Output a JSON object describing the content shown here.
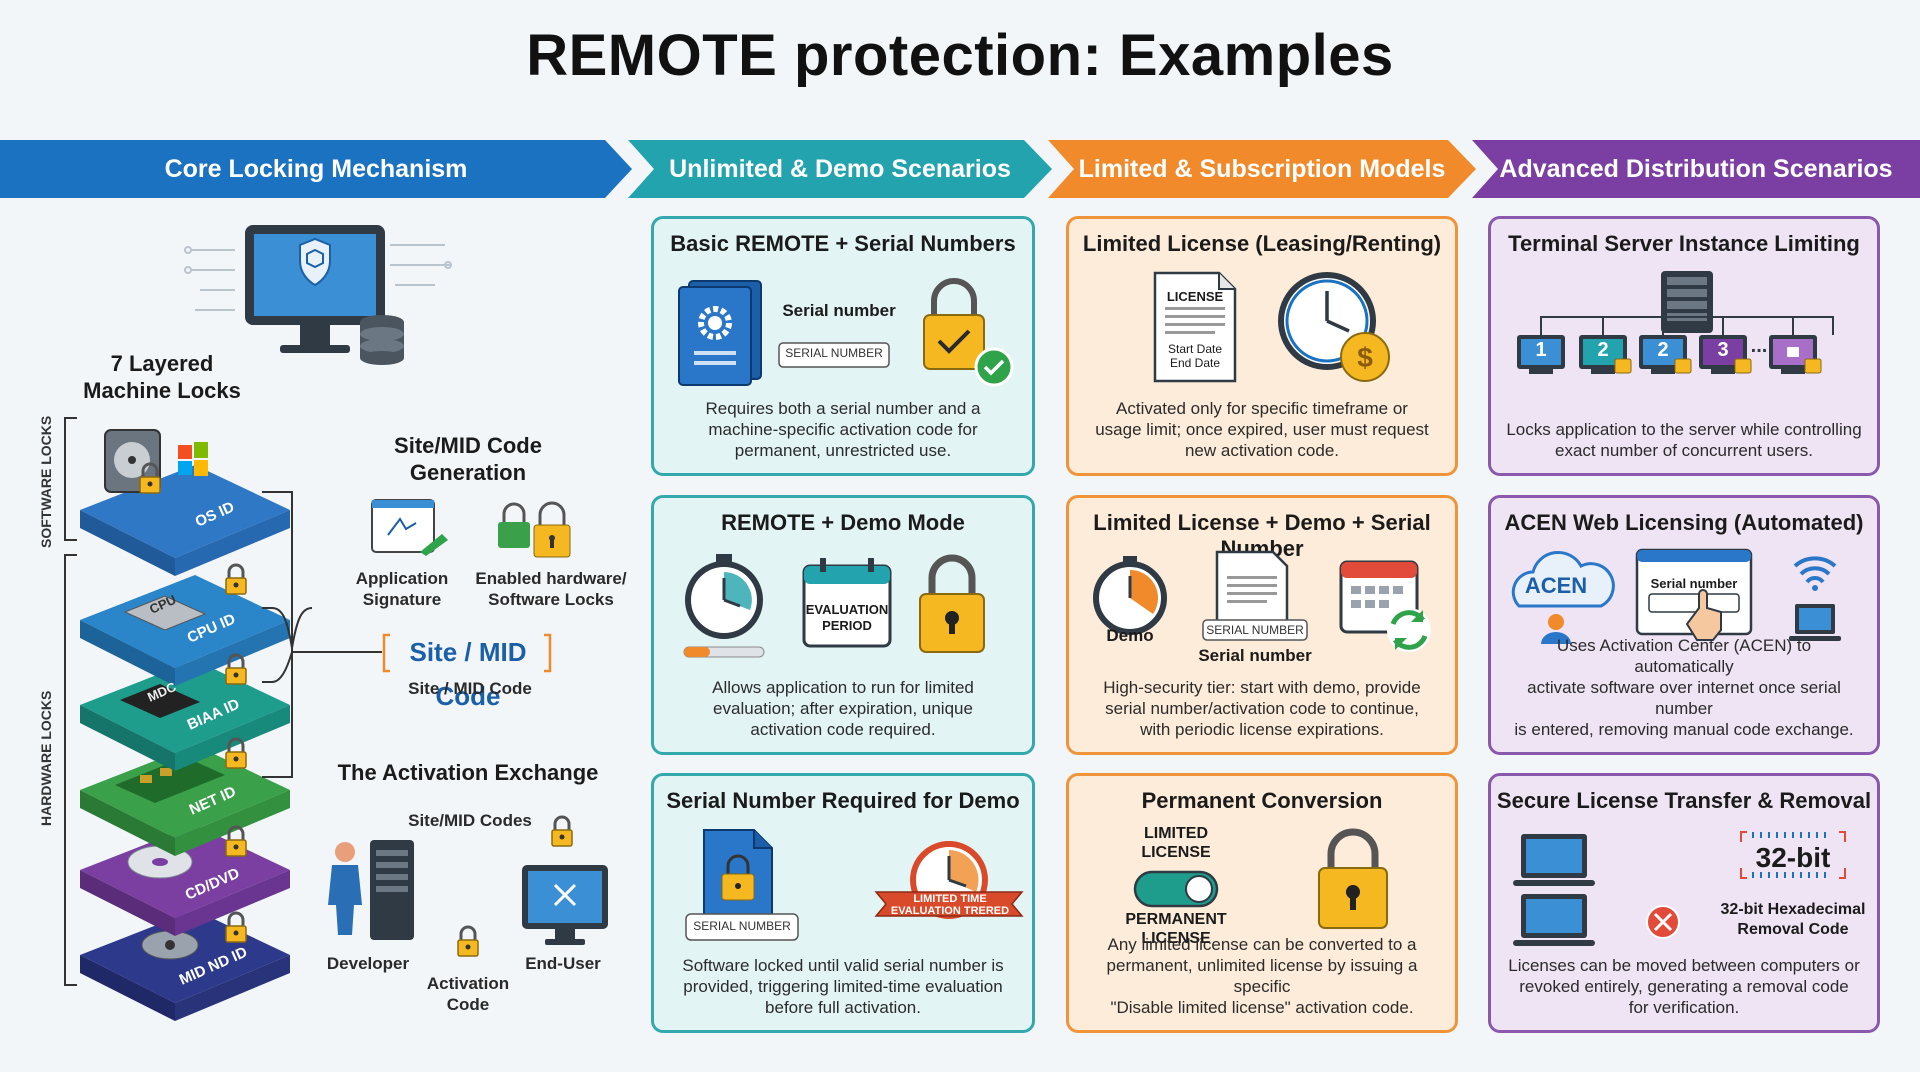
{
  "title": "REMOTE protection: Examples",
  "sections": [
    "Core Locking Mechanism",
    "Unlimited & Demo Scenarios",
    "Limited & Subscription Models",
    "Advanced Distribution Scenarios"
  ],
  "left": {
    "layers_title_1": "7 Layered",
    "layers_title_2": "Machine Locks",
    "software_locks": "SOFTWARE LOCKS",
    "hardware_locks": "HARDWARE LOCKS",
    "layers": [
      "OS ID",
      "CPU ID",
      "BIAA ID",
      "NET ID",
      "CD/DVD",
      "MID ND ID"
    ],
    "chip_labels": [
      "CPU",
      "MDC"
    ],
    "site_gen_1": "Site/MID Code",
    "site_gen_2": "Generation",
    "app_sig_1": "Application",
    "app_sig_2": "Signature",
    "enabled_1": "Enabled hardware/",
    "enabled_2": "Software Locks",
    "site_code": "Site / MID Code",
    "site_code_sub": "Site / MID Code",
    "exchange_title": "The Activation Exchange",
    "site_mid_codes": "Site/MID Codes",
    "developer": "Developer",
    "activation_1": "Activation",
    "activation_2": "Code",
    "end_user": "End-User"
  },
  "cards": {
    "c1": {
      "title": "Basic REMOTE + Serial Numbers",
      "serial_label": "Serial number",
      "serial_box": "SERIAL NUMBER",
      "desc": [
        "Requires both a serial number and a",
        "machine-specific activation code for",
        "permanent, unrestricted use."
      ]
    },
    "c2": {
      "title": "REMOTE + Demo Mode",
      "eval_1": "EVALUATION",
      "eval_2": "PERIOD",
      "desc": [
        "Allows application to run for limited",
        "evaluation; after expiration, unique",
        "activation code required."
      ]
    },
    "c3": {
      "title": "Serial Number Required for Demo",
      "serial_box": "SERIAL NUMBER",
      "badge_1": "LIMITED TIME",
      "badge_2": "EVALUATION TRERED",
      "desc": [
        "Software locked until valid serial number is",
        "provided, triggering limited-time evaluation",
        "before full activation."
      ]
    },
    "c4": {
      "title": "Limited License (Leasing/Renting)",
      "license": "LICENSE",
      "start": "Start Date",
      "end": "End Date",
      "desc": [
        "Activated only for specific timeframe or",
        "usage limit; once expired, user must request",
        "new activation code."
      ]
    },
    "c5": {
      "title": "Limited License + Demo + Serial Number",
      "demo": "Demo",
      "serial_box": "SERIAL NUMBER",
      "serial_label": "Serial number",
      "desc": [
        "High-security tier: start with demo, provide",
        "serial number/activation code to continue,",
        "with periodic license expirations."
      ]
    },
    "c6": {
      "title": "Permanent Conversion",
      "limited_1": "LIMITED",
      "limited_2": "LICENSE",
      "perm_1": "PERMANENT",
      "perm_2": "LICENSE",
      "desc": [
        "Any limited license can be converted to a",
        "permanent, unlimited license by issuing a specific",
        "\"Disable limited license\" activation code."
      ]
    },
    "c7": {
      "title": "Terminal Server Instance Limiting",
      "nums": [
        "1",
        "2",
        "2",
        "3"
      ],
      "dots": "...",
      "desc": [
        "Locks application to the server while controlling",
        "exact number of concurrent users."
      ]
    },
    "c8": {
      "title": "ACEN Web Licensing (Automated)",
      "acen": "ACEN",
      "serial_label": "Serial number",
      "desc": [
        "Uses Activation Center (ACEN) to automatically",
        "activate software over internet once serial number",
        "is entered, removing manual code exchange."
      ]
    },
    "c9": {
      "title": "Secure License Transfer & Removal",
      "bits": "32-bit",
      "hex_1": "32-bit Hexadecimal",
      "hex_2": "Removal Code",
      "desc": [
        "Licenses can be moved between computers or",
        "revoked entirely, generating a removal code",
        "for verification."
      ]
    }
  },
  "colors": {
    "blue": "#1a72c0",
    "teal": "#23a3ad",
    "orange": "#f08a2a",
    "purple": "#7b3fa3",
    "gold": "#f5b820",
    "green": "#2fa34a"
  }
}
